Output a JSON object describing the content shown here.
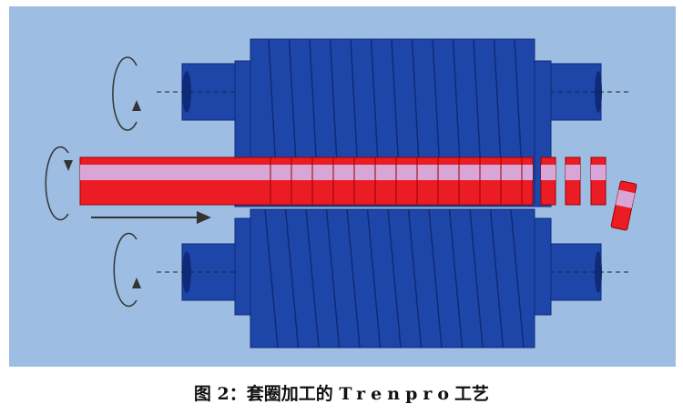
{
  "caption": {
    "prefix": "图 2：",
    "title_cn": "套圈加工的",
    "title_latin": "Trenpro",
    "suffix": "工艺"
  },
  "colors": {
    "background": "#9dbde3",
    "roller": "#1e46a8",
    "roller_dark": "#0f2a78",
    "tube": "#ec1c24",
    "tube_core": "#d9a5d6"
  },
  "icons": [
    "rotation-arrow-icon",
    "feed-direction-arrow-icon"
  ]
}
